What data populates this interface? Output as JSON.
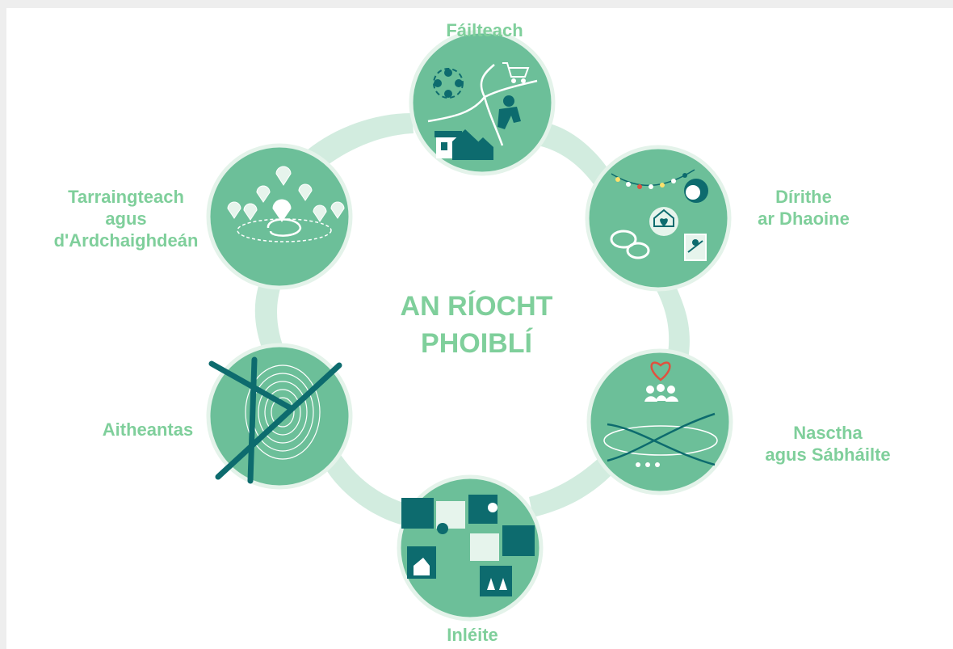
{
  "diagram": {
    "center_title": [
      "AN RÍOCHT",
      "PHOIBLÍ"
    ],
    "nodes": [
      {
        "id": "failteach",
        "label_lines": [
          "Fáilteach"
        ]
      },
      {
        "id": "dirithe",
        "label_lines": [
          "Dírithe",
          "ar Dhaoine"
        ]
      },
      {
        "id": "nasctha",
        "label_lines": [
          "Nasctha",
          "agus Sábháilte"
        ]
      },
      {
        "id": "inleite",
        "label_lines": [
          "Inléite"
        ]
      },
      {
        "id": "aitheantas",
        "label_lines": [
          "Aitheantas"
        ]
      },
      {
        "id": "tarraingteach",
        "label_lines": [
          "Tarraingteach",
          "agus",
          "d'Ardchaighdeán"
        ]
      }
    ]
  },
  "colors": {
    "circle_fill": "#6cbf99",
    "circle_stroke": "#e4f3ea",
    "connector": "#cdeadb",
    "label_text": "#7fcf9b",
    "icon_dark": "#0d6b6e",
    "icon_white": "#ffffff",
    "heart": "#e0523f"
  },
  "icons": [
    "people-circle-icon",
    "shopping-cart-icon",
    "exercise-person-icon",
    "shop-icon",
    "houses-icon",
    "bunting-icon",
    "face-icon",
    "home-heart-icon",
    "speech-bubbles-icon",
    "map-icon",
    "heart-icon",
    "group-icon",
    "cross-arrows-icon",
    "puzzle-pieces-icon",
    "fingerprint-icon",
    "location-pins-icon"
  ]
}
